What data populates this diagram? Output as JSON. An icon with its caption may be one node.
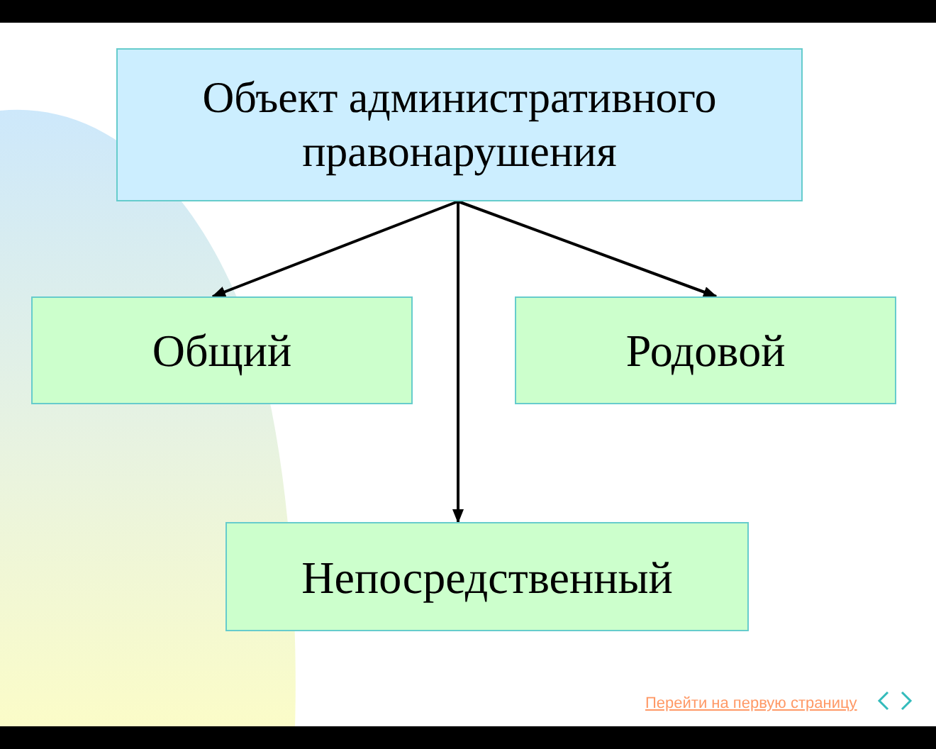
{
  "diagram": {
    "nodes": [
      {
        "text": [
          "Объект административного правонарушения"
        ]
      },
      {
        "text": [
          "Общий"
        ]
      },
      {
        "text": [
          "Родовой"
        ]
      },
      {
        "text": [
          "Непосредственный"
        ]
      }
    ],
    "edges": [
      {
        "from": 0,
        "to": 1,
        "arrow": "to"
      },
      {
        "from": 0,
        "to": 3,
        "arrow": "to"
      },
      {
        "from": 0,
        "to": 2,
        "arrow": "to"
      }
    ],
    "labels": [
      "Перейти на первую страницу"
    ]
  }
}
